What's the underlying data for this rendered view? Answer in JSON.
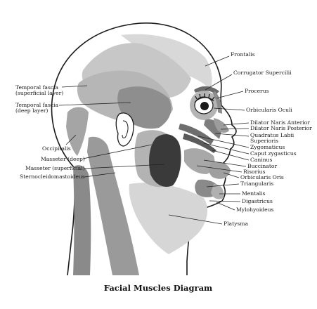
{
  "title": "Facial Muscles Diagram",
  "labels_left": {
    "temporal_superficial": [
      "Temporal fascia",
      "(superficial layer)"
    ],
    "temporal_deep": [
      "Temporal fascia",
      "(deep layer)"
    ],
    "occipitalis": "Occipitalis",
    "masseter_deep": "Masseter (deep)",
    "masseter_superficial": "Masseter (superficial)",
    "sternocleidomastoideus": "Sternocleidomastoideus"
  },
  "labels_right": {
    "frontalis": "Frontalis",
    "corrugator": "Corrugator Supercilii",
    "procerus": "Procerus",
    "orbicularis_oculi": "Orbicularis Oculi",
    "dilator_anterior": "Dilator Naris Anterior",
    "dilator_posterior": "Dilator Naris Posterior",
    "quadratus": [
      "Quadratus Labii",
      "Superioris"
    ],
    "zygomaticus": "Zygomaticus",
    "caput_zygomaticus": "Caput zygasticus",
    "caninus": "Caninus",
    "buccinator": "Buccinator",
    "risorius": "Risorius",
    "orbicularis_oris": "Orbicularis Oris",
    "triangularis": "Triangularis",
    "mentalis": "Mentalis",
    "digastricus": "Digastricus",
    "mylohyoideus": "Mylohyoideus",
    "platysma": "Platysma"
  }
}
